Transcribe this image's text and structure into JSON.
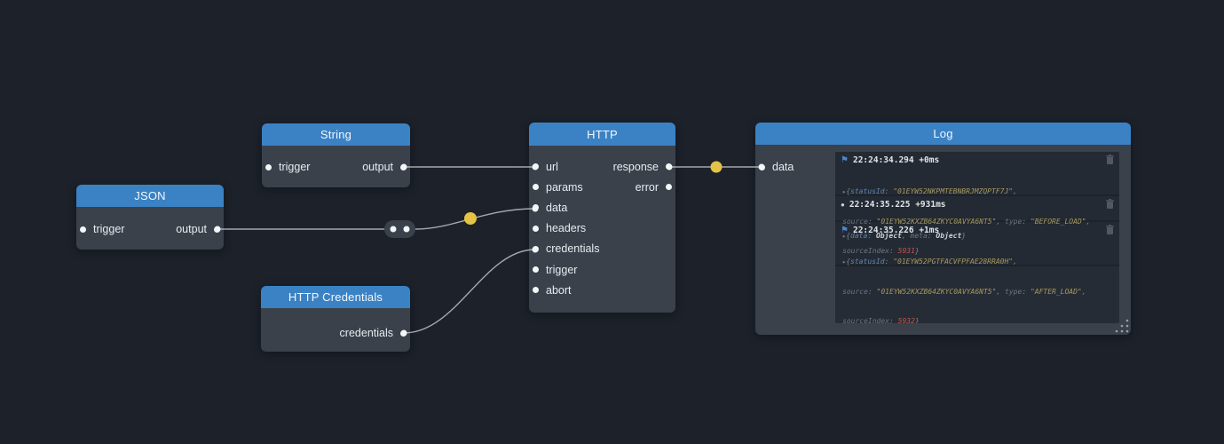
{
  "editor": {
    "type": "visual-flow-node-editor",
    "colors": {
      "canvas_bg": "#1c212a",
      "node_header_blue": "#3b82c4",
      "node_body": "#3a414b",
      "wire": "#c6cad0",
      "signal_dot_yellow": "#e5c347",
      "port_dot": "#f4f6f8"
    }
  },
  "nodes": {
    "string": {
      "title": "String",
      "inputs": [
        "trigger"
      ],
      "outputs": [
        "output"
      ]
    },
    "json": {
      "title": "JSON",
      "inputs": [
        "trigger"
      ],
      "outputs": [
        "output"
      ]
    },
    "http_credentials": {
      "title": "HTTP Credentials",
      "outputs": [
        "credentials"
      ]
    },
    "http": {
      "title": "HTTP",
      "inputs": [
        "url",
        "params",
        "data",
        "headers",
        "credentials",
        "trigger",
        "abort"
      ],
      "outputs": [
        "response",
        "error"
      ]
    },
    "log": {
      "title": "Log",
      "inputs": [
        "data"
      ]
    }
  },
  "log": {
    "punct": {
      "arrow": "▸",
      "open": "{",
      "colon": ": ",
      "comma": ", ",
      "comma_nl": ",",
      "close": "}"
    },
    "markers": {
      "flag": "⚑",
      "dot": "●"
    },
    "entries": {
      "e1": {
        "marker": "flag",
        "time": "22:24:34.294 +0ms",
        "key1": "statusId",
        "val1": "\"01EYW52NKPMTEBNBRJMZQPTF7J\"",
        "key2": "source",
        "val2": "\"01EYW52KXZB64ZKYC0AVYA6NT5\"",
        "key3": "type",
        "val3": "\"BEFORE_LOAD\"",
        "key4": "sourceIndex",
        "num": "5931"
      },
      "e2": {
        "marker": "dot",
        "time": "22:24:35.225 +931ms",
        "key1": "data",
        "val1": "Object",
        "key2": "meta",
        "val2": "Object"
      },
      "e3": {
        "marker": "flag",
        "time": "22:24:35.226 +1ms",
        "key1": "statusId",
        "val1": "\"01EYW52PGTFACVFPFAE28RRA0H\"",
        "key2": "source",
        "val2": "\"01EYW52KXZB64ZKYC0AVYA6NT5\"",
        "key3": "type",
        "val3": "\"AFTER_LOAD\"",
        "key4": "sourceIndex",
        "num": "5932"
      }
    }
  }
}
